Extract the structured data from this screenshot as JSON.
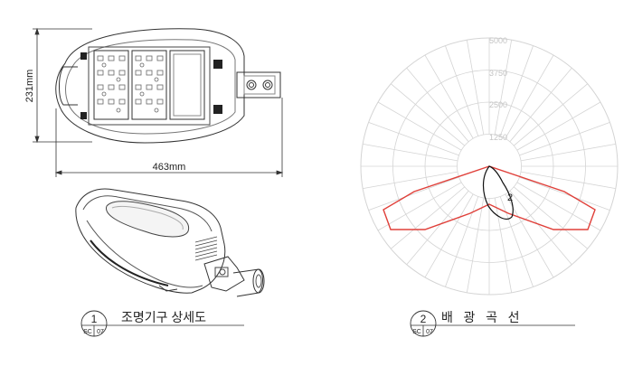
{
  "dimensions": {
    "height": "231mm",
    "width": "463mm"
  },
  "detail_1": {
    "number": "1",
    "sheet": "SC",
    "sheet_no": "07",
    "title": "조명기구 상세도"
  },
  "detail_2": {
    "number": "2",
    "sheet": "SC",
    "sheet_no": "07",
    "title": "배   광   곡   선"
  },
  "polar": {
    "ring_labels": [
      "1250",
      "2500",
      "3750",
      "5000"
    ],
    "curve_label": "2",
    "colors": {
      "grid": "#d4d4d4",
      "ring_label": "#c4c4c4",
      "curve_red": "#e0403a",
      "curve_black": "#111111"
    }
  }
}
